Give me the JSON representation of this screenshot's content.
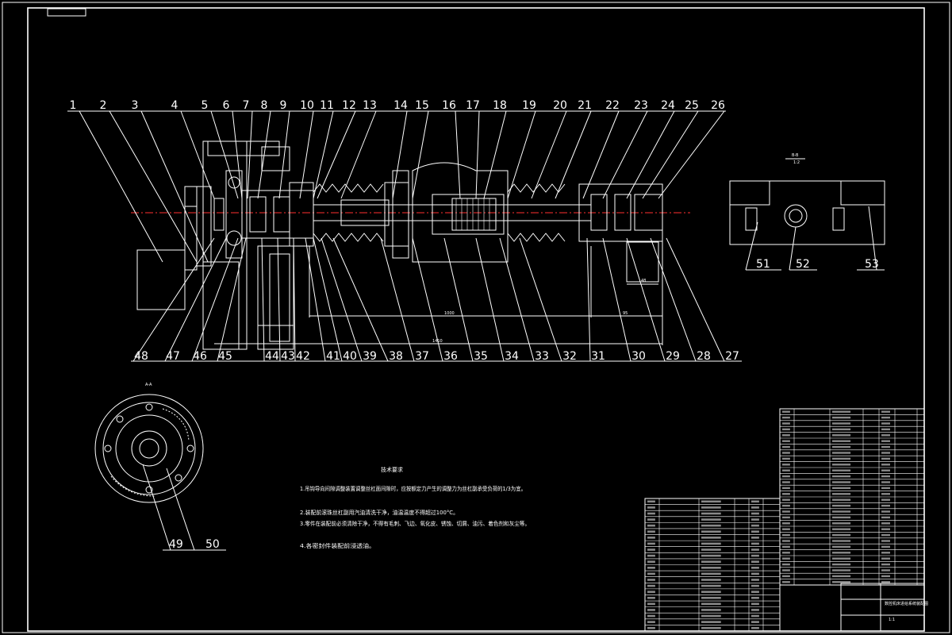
{
  "balloons_top": [
    "1",
    "2",
    "3",
    "4",
    "5",
    "6",
    "7",
    "8",
    "9",
    "10",
    "11",
    "12",
    "13",
    "14",
    "15",
    "16",
    "17",
    "18",
    "19",
    "20",
    "21",
    "22",
    "23",
    "24",
    "25",
    "26"
  ],
  "balloons_bottom": [
    "48",
    "47",
    "46",
    "45",
    "44",
    "43",
    "42",
    "41",
    "40",
    "39",
    "38",
    "37",
    "36",
    "35",
    "34",
    "33",
    "32",
    "31",
    "30",
    "29",
    "28",
    "27"
  ],
  "section_aa": {
    "label": "A-A",
    "balloons": [
      "49",
      "50"
    ]
  },
  "section_bb": {
    "label": "B-B",
    "scale": "1:2",
    "balloons": [
      "51",
      "52",
      "53"
    ]
  },
  "tech_requirements": {
    "title": "技术要求",
    "items": [
      "1.吊钩导向间隙调整装置调整丝杠面间隙时，应按额定力产生的调整力为丝杠副承受负荷的1/3为宜。",
      "2.装配前滚珠丝杠副用汽油清洗干净，油温温度不得超过100°C。",
      "3.零件在装配前必须清除干净，不得有毛刺、飞边、氧化皮、锈蚀、切屑、油污、着色剂和灰尘等。",
      "4.各密封件装配前浸透油。"
    ]
  },
  "dimensions": {
    "d1": "1000",
    "d2": "95",
    "d3": "1410",
    "d4": "48"
  },
  "title_block": {
    "drawing_name": "数控机床进给系统装配图",
    "scale": "1:1"
  },
  "colors": {
    "background": "#000000",
    "lines": "#ffffff",
    "centerline": "#ff3030"
  }
}
